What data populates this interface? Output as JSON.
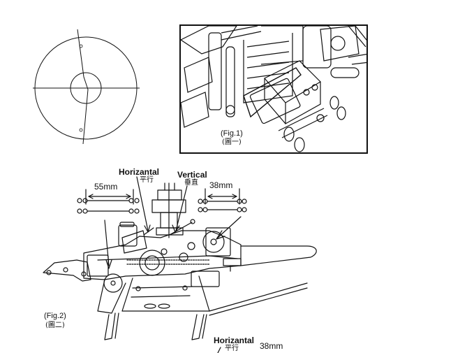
{
  "fig1": {
    "caption_en": "(Fig.1)",
    "caption_zh": "(圖一)"
  },
  "fig2": {
    "caption_en": "(Fig.2)",
    "caption_zh": "(圖二)",
    "horizontal_top": {
      "en": "Horizantal",
      "zh": "平行"
    },
    "vertical_top": {
      "en": "Vertical",
      "zh": "垂直"
    },
    "dim_left": "55mm",
    "dim_right": "38mm",
    "horizontal_bottom": {
      "en": "Horizantal",
      "zh": "平行"
    },
    "dim_bottom": "38mm"
  }
}
